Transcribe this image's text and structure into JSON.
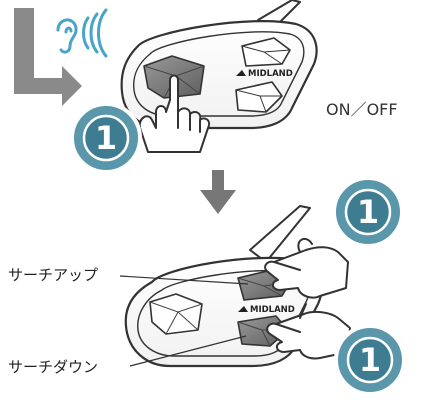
{
  "labels": {
    "on_off": "ON／OFF",
    "search_up": "サーチアップ",
    "search_down": "サーチダウン"
  },
  "devices": {
    "brand": "MIDLAND"
  },
  "badges": {
    "step_number": "1"
  },
  "colors": {
    "arrow_gray": "#8a8a8a",
    "badge_fill": "#5a97aa",
    "badge_ring": "#3e7d91",
    "button_gray": "#7c7c7c",
    "ear_blue": "#4aa3c8"
  },
  "icons": {
    "ear": "ear-icon",
    "sound_waves": "sound-waves-icon",
    "press_hand": "pointing-hand-icon",
    "down_arrow": "down-arrow-icon",
    "corner_arrow": "corner-arrow-icon"
  }
}
